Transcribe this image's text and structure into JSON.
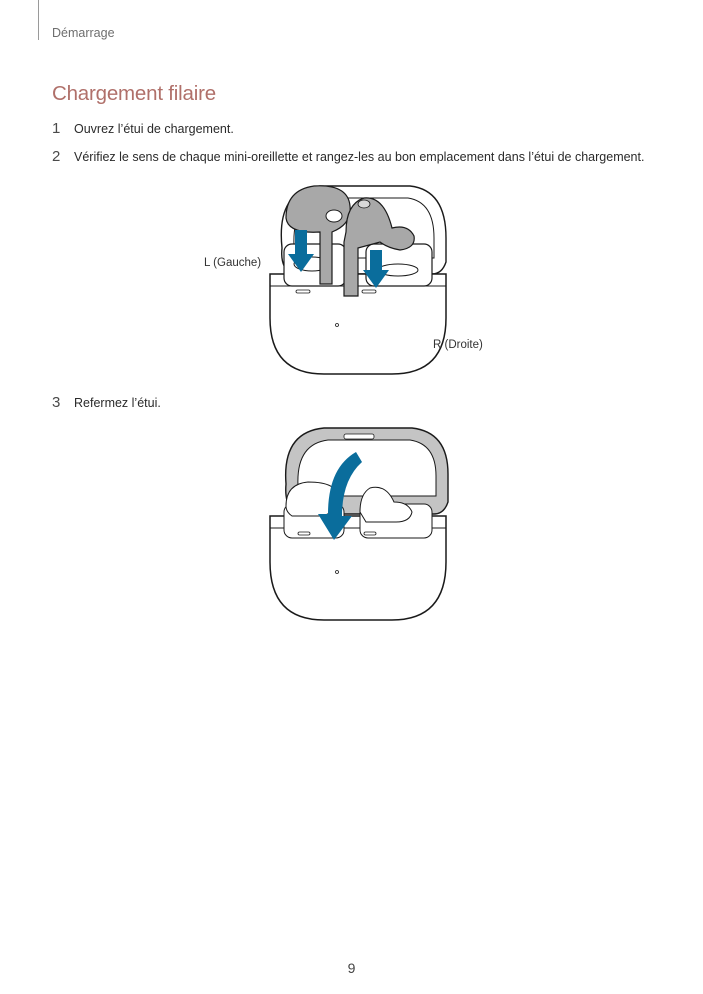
{
  "header": {
    "section": "Démarrage"
  },
  "title": "Chargement filaire",
  "steps": [
    {
      "num": "1",
      "text": "Ouvrez l’étui de chargement."
    },
    {
      "num": "2",
      "text": "Vérifiez le sens de chaque mini-oreillette et rangez-les au bon emplacement dans l’étui de chargement."
    },
    {
      "num": "3",
      "text": "Refermez l’étui."
    }
  ],
  "figure1": {
    "label_left": "L (Gauche)",
    "label_right": "R (Droite)"
  },
  "colors": {
    "title": "#b0706a",
    "arrow": "#0a6d9c",
    "earbud_gray": "#a8a8a8",
    "lid_gray": "#c4c4c4"
  },
  "footer": {
    "page": "9"
  }
}
